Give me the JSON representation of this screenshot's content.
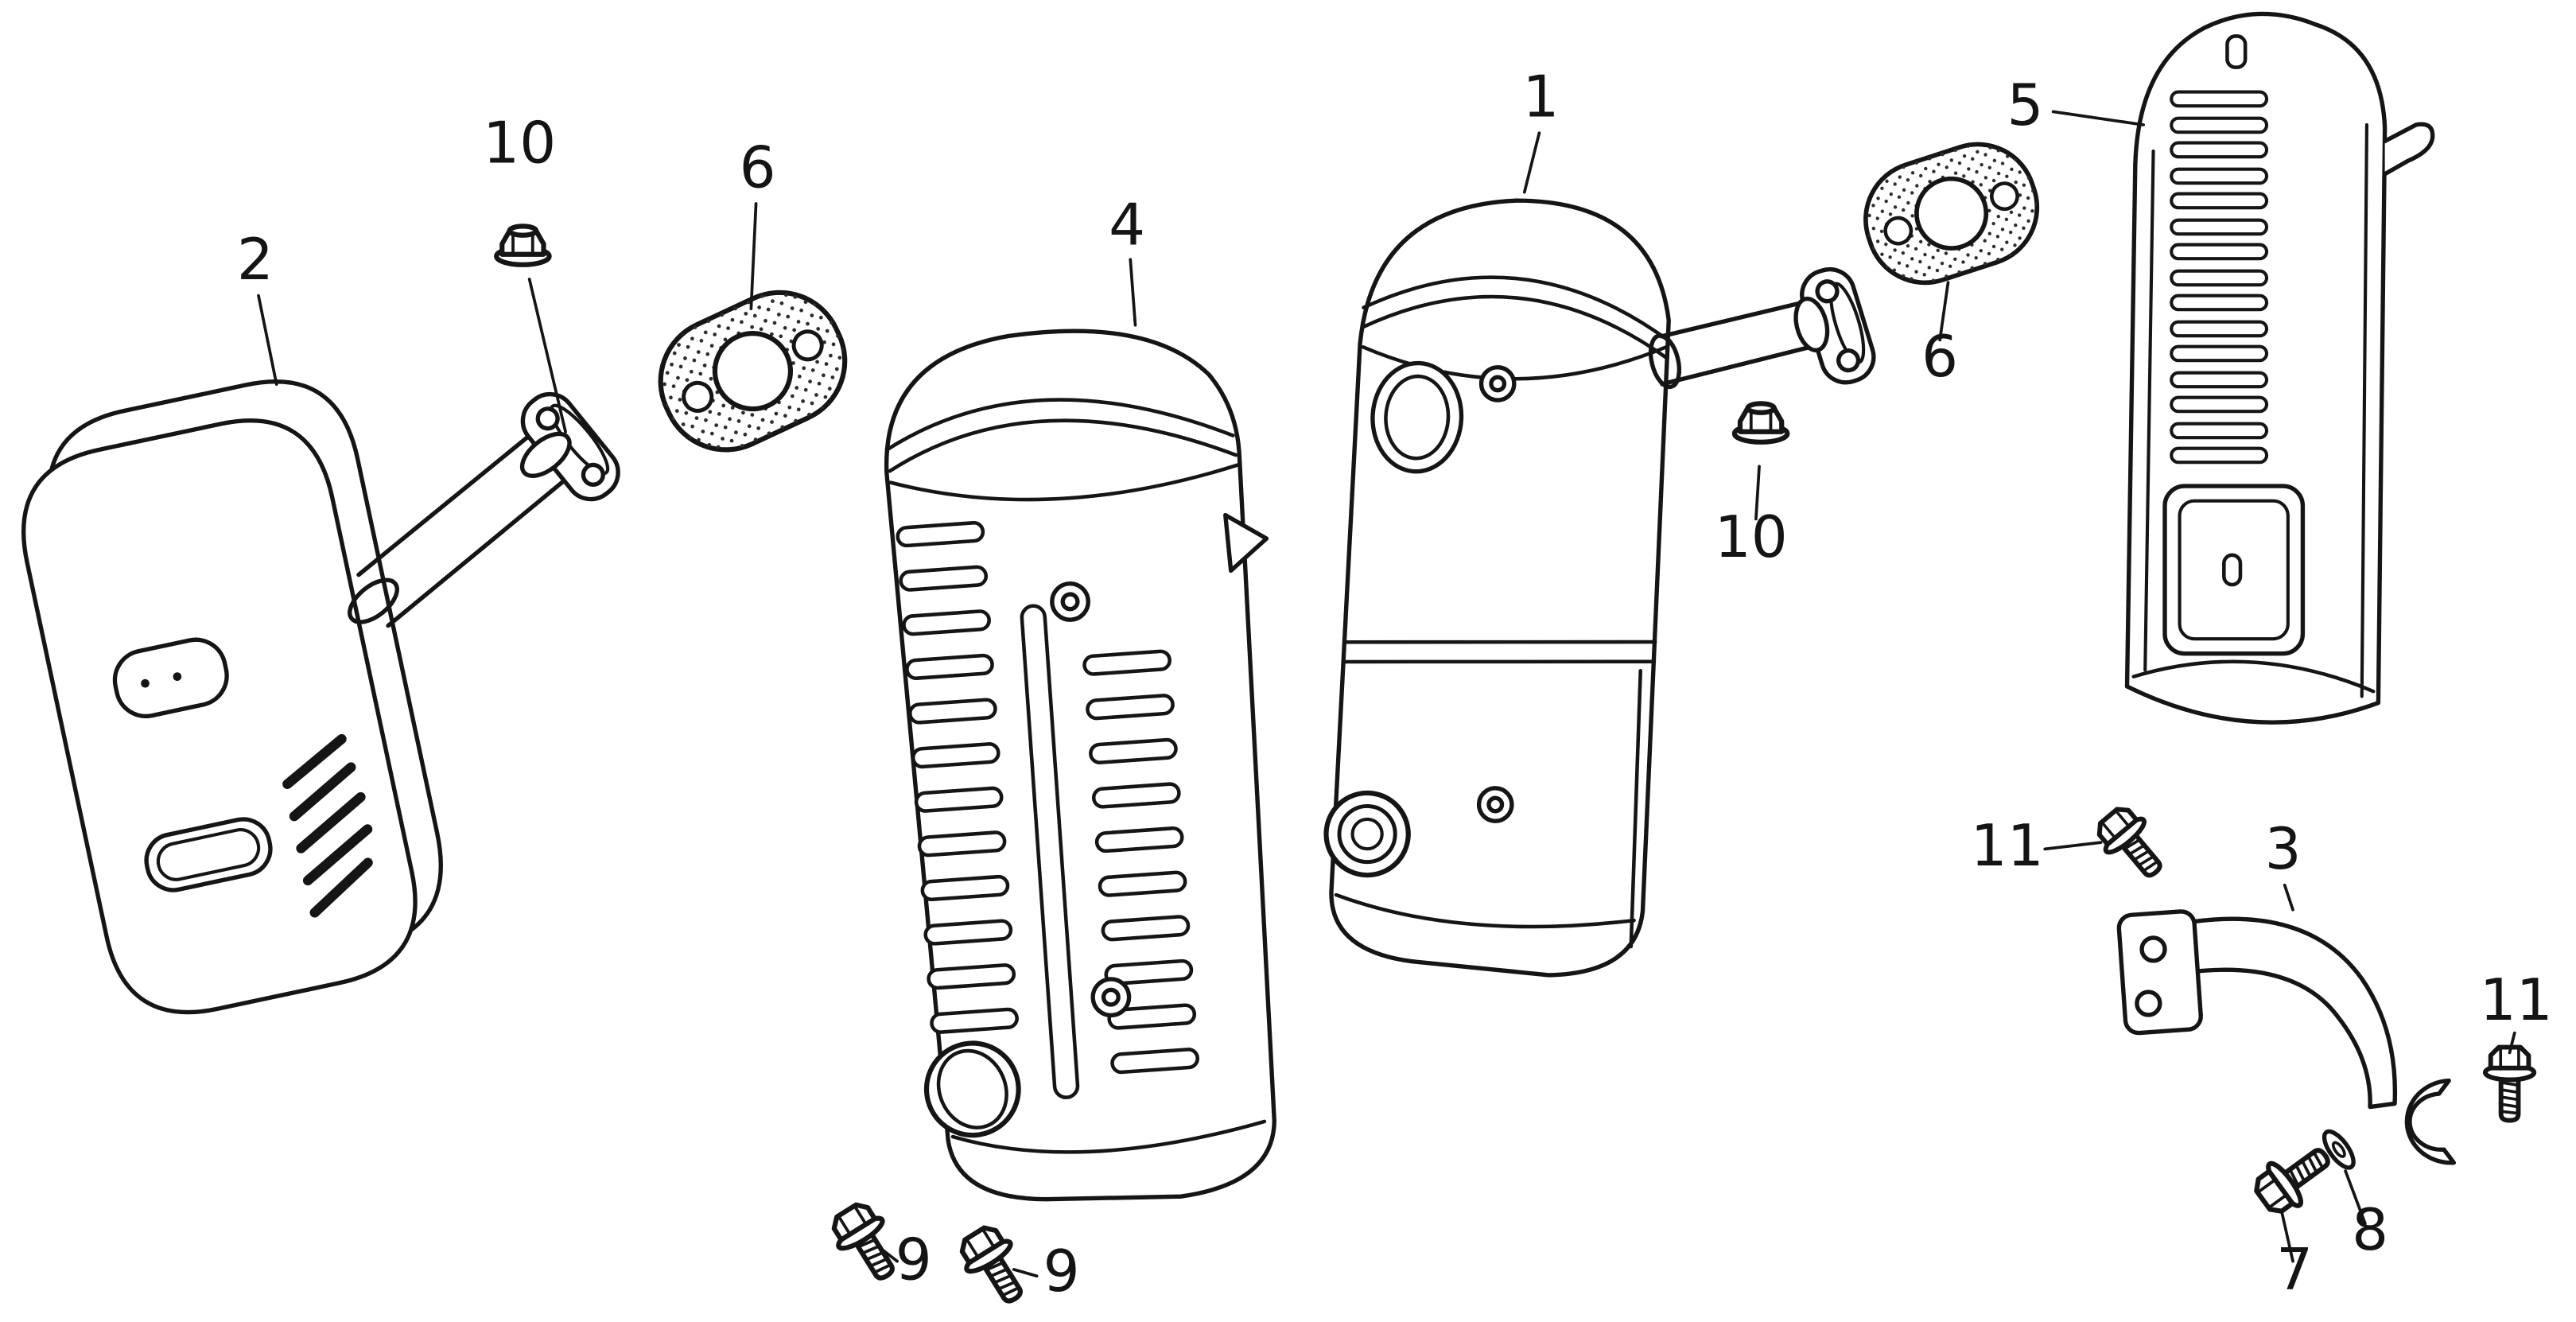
{
  "diagram": {
    "background": "#ffffff",
    "line_color": "#151515",
    "callouts": [
      {
        "label": "2"
      },
      {
        "label": "10"
      },
      {
        "label": "6"
      },
      {
        "label": "4"
      },
      {
        "label": "1"
      },
      {
        "label": "6"
      },
      {
        "label": "10"
      },
      {
        "label": "5"
      },
      {
        "label": "11"
      },
      {
        "label": "3"
      },
      {
        "label": "11"
      },
      {
        "label": "7"
      },
      {
        "label": "8"
      },
      {
        "label": "9"
      },
      {
        "label": "9"
      }
    ]
  }
}
